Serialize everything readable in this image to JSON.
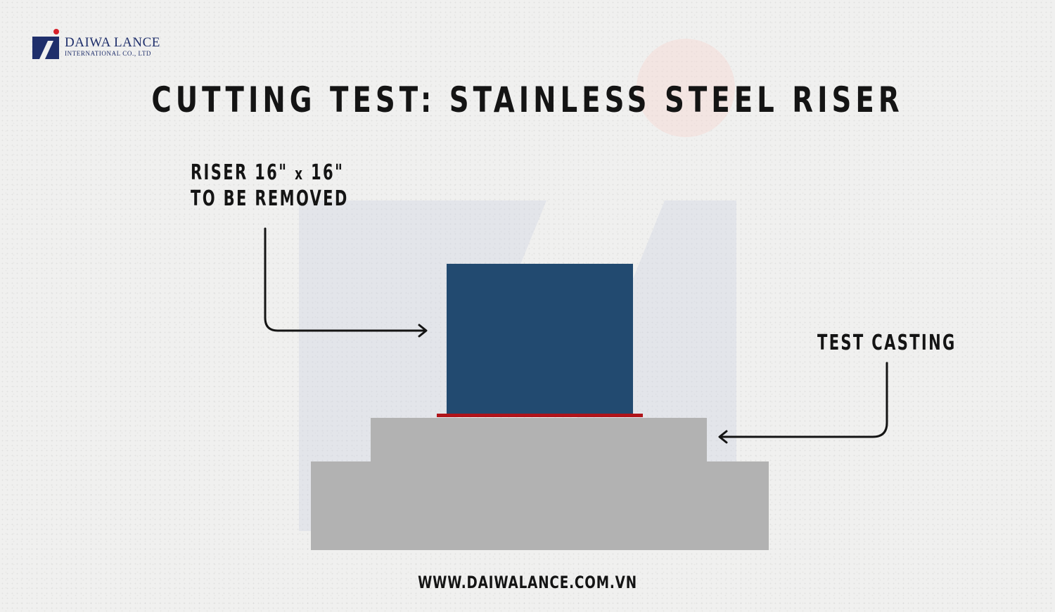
{
  "logo": {
    "name": "DAIWA LANCE",
    "subtitle": "INTERNATIONAL CO., LTD"
  },
  "title": "CUTTING TEST: STAINLESS STEEL RISER",
  "labels": {
    "riser_line1_a": "RISER 16\"",
    "riser_line1_x": "x",
    "riser_line1_b": "16\"",
    "riser_line2": "TO BE REMOVED",
    "casting": "TEST CASTING"
  },
  "website": "WWW.DAIWALANCE.COM.VN",
  "colors": {
    "riser": "#224a70",
    "cut_line": "#b0141a",
    "casting": "#b2b2b2",
    "text": "#141414",
    "logo": "#1f2f6b",
    "logo_accent": "#d6202a"
  }
}
